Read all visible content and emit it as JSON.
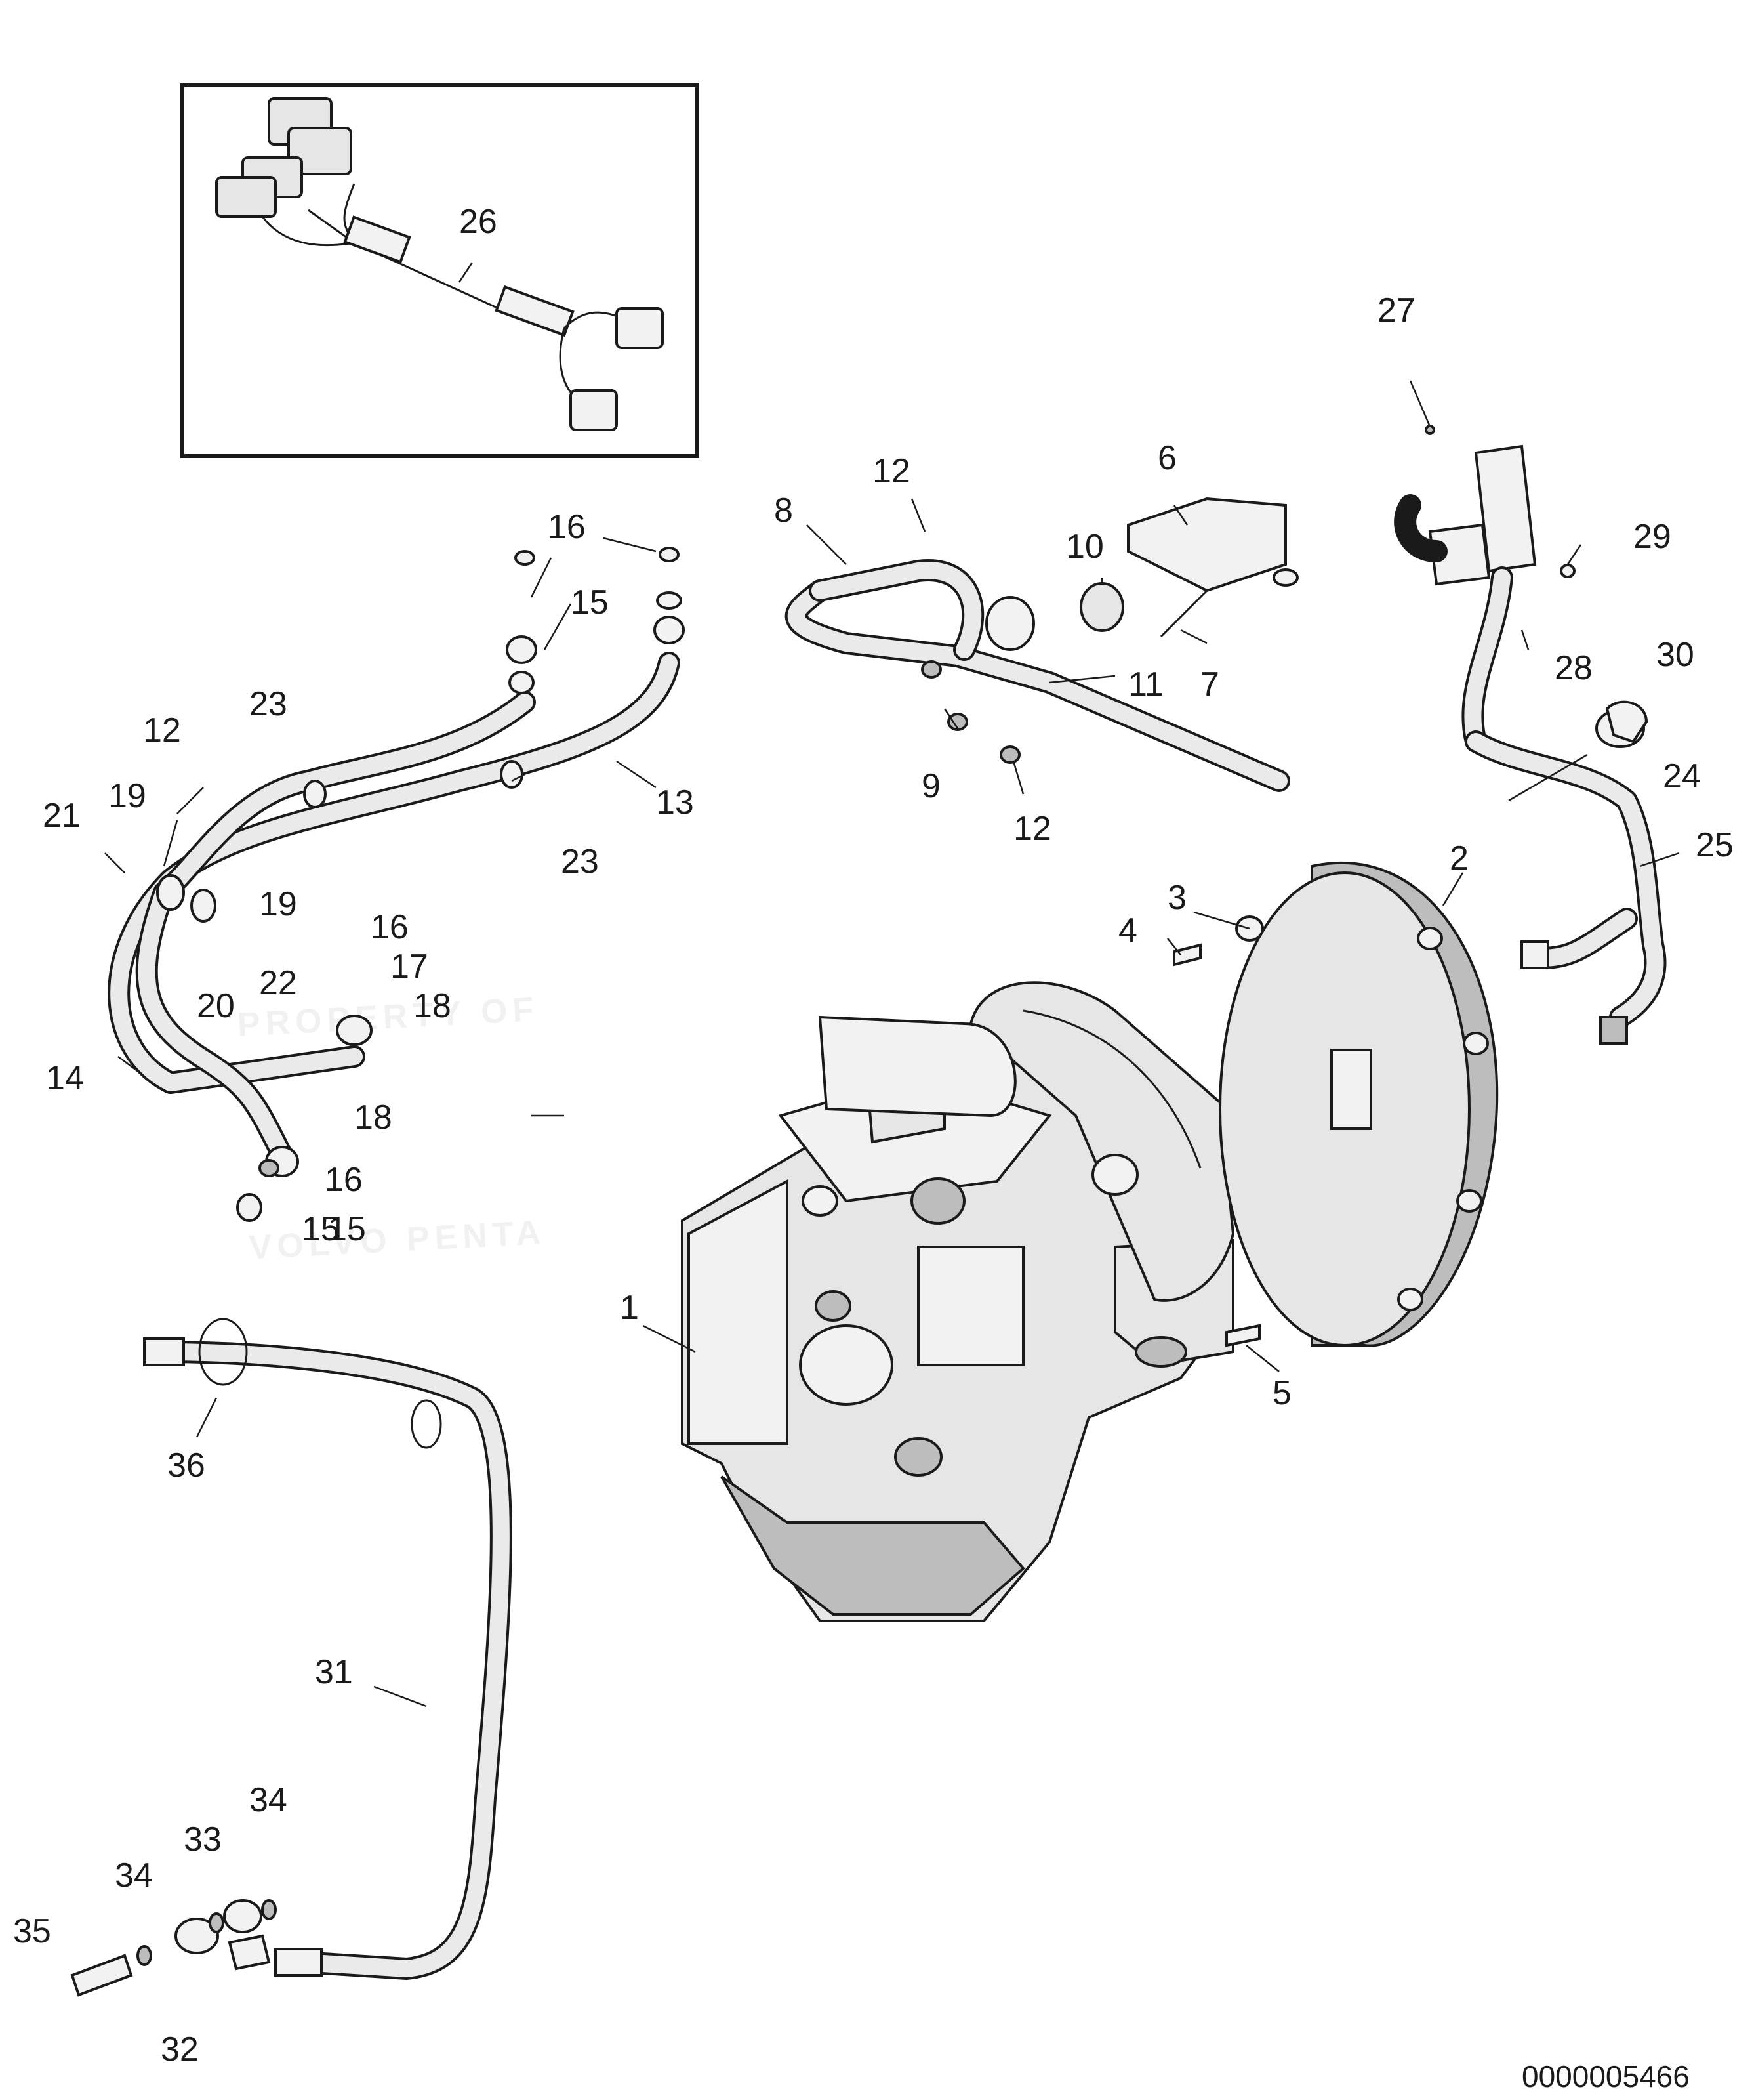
{
  "watermark": {
    "line1": "PROPERTY OF",
    "line2": "VOLVO PENTA"
  },
  "document_id": "0000005466",
  "callouts": [
    {
      "id": "c1",
      "label": "1"
    },
    {
      "id": "c2",
      "label": "2"
    },
    {
      "id": "c3",
      "label": "3"
    },
    {
      "id": "c4",
      "label": "4"
    },
    {
      "id": "c5",
      "label": "5"
    },
    {
      "id": "c6",
      "label": "6"
    },
    {
      "id": "c7",
      "label": "7"
    },
    {
      "id": "c8",
      "label": "8"
    },
    {
      "id": "c9",
      "label": "9"
    },
    {
      "id": "c10",
      "label": "10"
    },
    {
      "id": "c11",
      "label": "11"
    },
    {
      "id": "c12a",
      "label": "12"
    },
    {
      "id": "c12b",
      "label": "12"
    },
    {
      "id": "c12c",
      "label": "12"
    },
    {
      "id": "c13",
      "label": "13"
    },
    {
      "id": "c14",
      "label": "14"
    },
    {
      "id": "c15a",
      "label": "15"
    },
    {
      "id": "c15b",
      "label": "15"
    },
    {
      "id": "c15c",
      "label": "15"
    },
    {
      "id": "c16a",
      "label": "16"
    },
    {
      "id": "c16b",
      "label": "16"
    },
    {
      "id": "c16c",
      "label": "16"
    },
    {
      "id": "c17",
      "label": "17"
    },
    {
      "id": "c18a",
      "label": "18"
    },
    {
      "id": "c18b",
      "label": "18"
    },
    {
      "id": "c19a",
      "label": "19"
    },
    {
      "id": "c19b",
      "label": "19"
    },
    {
      "id": "c20",
      "label": "20"
    },
    {
      "id": "c21",
      "label": "21"
    },
    {
      "id": "c22",
      "label": "22"
    },
    {
      "id": "c23a",
      "label": "23"
    },
    {
      "id": "c23b",
      "label": "23"
    },
    {
      "id": "c24",
      "label": "24"
    },
    {
      "id": "c25",
      "label": "25"
    },
    {
      "id": "c26",
      "label": "26"
    },
    {
      "id": "c27",
      "label": "27"
    },
    {
      "id": "c28",
      "label": "28"
    },
    {
      "id": "c29",
      "label": "29"
    },
    {
      "id": "c30",
      "label": "30"
    },
    {
      "id": "c31",
      "label": "31"
    },
    {
      "id": "c32",
      "label": "32"
    },
    {
      "id": "c33",
      "label": "33"
    },
    {
      "id": "c34a",
      "label": "34"
    },
    {
      "id": "c34b",
      "label": "34"
    },
    {
      "id": "c35",
      "label": "35"
    },
    {
      "id": "c36",
      "label": "36"
    }
  ]
}
